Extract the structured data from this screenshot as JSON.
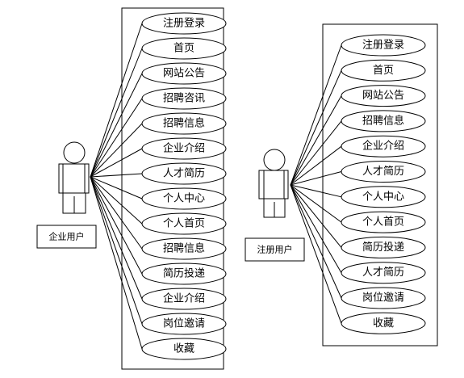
{
  "left_diagram": {
    "actor": {
      "label": "企业用户",
      "icon": "stick-figure-actor-icon"
    },
    "use_cases": [
      "注册登录",
      "首页",
      "网站公告",
      "招聘咨讯",
      "招聘信息",
      "企业介绍",
      "人才简历",
      "个人中心",
      "个人首页",
      "招聘信息",
      "简历投递",
      "企业介绍",
      "岗位邀请",
      "收藏"
    ]
  },
  "right_diagram": {
    "actor": {
      "label": "注册用户",
      "icon": "stick-figure-actor-icon"
    },
    "use_cases": [
      "注册登录",
      "首页",
      "网站公告",
      "招聘信息",
      "企业介绍",
      "人才简历",
      "个人中心",
      "个人首页",
      "简历投递",
      "人才简历",
      "岗位邀请",
      "收藏"
    ]
  },
  "colors": {
    "stroke": "#000000",
    "background": "#ffffff"
  }
}
